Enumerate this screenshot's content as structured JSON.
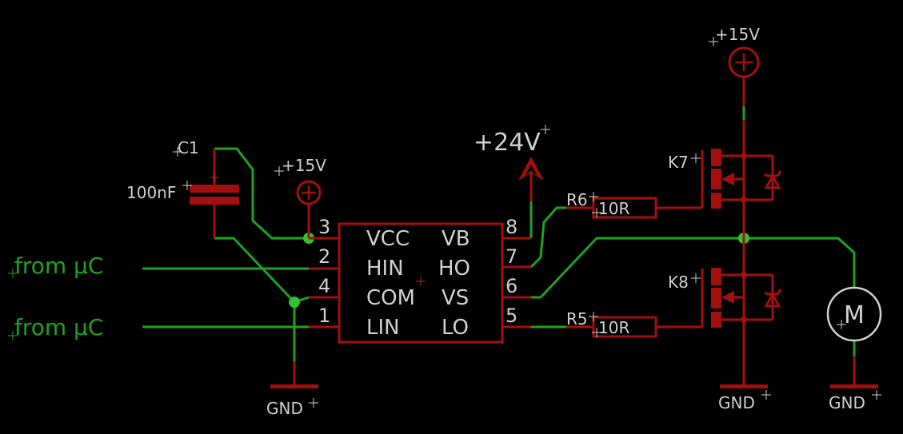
{
  "schematic": {
    "ic": {
      "pins_left": [
        {
          "num": "3",
          "name": "VCC"
        },
        {
          "num": "2",
          "name": "HIN"
        },
        {
          "num": "4",
          "name": "COM"
        },
        {
          "num": "1",
          "name": "LIN"
        }
      ],
      "pins_right": [
        {
          "num": "8",
          "name": "VB"
        },
        {
          "num": "7",
          "name": "HO"
        },
        {
          "num": "6",
          "name": "VS"
        },
        {
          "num": "5",
          "name": "LO"
        }
      ]
    },
    "capacitor": {
      "name": "C1",
      "value": "100nF"
    },
    "resistors": [
      {
        "name": "R6",
        "value": "10R"
      },
      {
        "name": "R5",
        "value": "10R"
      }
    ],
    "mosfets": [
      {
        "name": "K7"
      },
      {
        "name": "K8"
      }
    ],
    "supplies": {
      "vcc_ic": "+15V",
      "vcc_gate": "+15V",
      "vbus": "+24V"
    },
    "grounds": [
      "GND",
      "GND",
      "GND"
    ],
    "motor": {
      "label": "M"
    },
    "net_labels": [
      "from µC",
      "from µC"
    ],
    "colors": {
      "wire": "#1fa31f",
      "symbol": "#a30f0f",
      "text": "#cfcfcf",
      "junction": "#33c233",
      "background": "#000000"
    }
  }
}
